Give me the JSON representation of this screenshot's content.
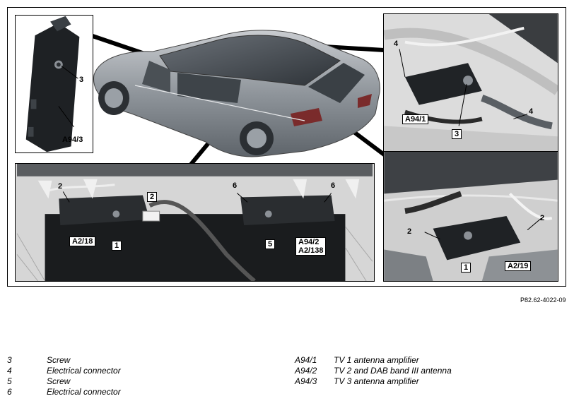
{
  "figure": {
    "callouts": {
      "top_left": {
        "n3": "3",
        "a94_3": "A94/3"
      },
      "top_right": {
        "n4_left": "4",
        "n4_right": "4",
        "a94_1": "A94/1",
        "n3": "3"
      },
      "bottom_left": {
        "n2_left": "2",
        "n2_mid": "2",
        "n6_left": "6",
        "n6_right": "6",
        "a2_18": "A2/18",
        "n1": "1",
        "n5": "5",
        "a94_2": "A94/2",
        "a2_138": "A2/138"
      },
      "bottom_right": {
        "n2_left": "2",
        "n2_right": "2",
        "n1": "1",
        "a2_19": "A2/19"
      }
    },
    "reference": "P82.62-4022-09"
  },
  "legend": {
    "left": [
      {
        "num": "3",
        "text": "Screw"
      },
      {
        "num": "4",
        "text": "Electrical connector"
      },
      {
        "num": "5",
        "text": "Screw"
      },
      {
        "num": "6",
        "text": "Electrical connector"
      }
    ],
    "right": [
      {
        "num": "A94/1",
        "text": "TV 1 antenna amplifier"
      },
      {
        "num": "A94/2",
        "text": "TV 2 and DAB band III antenna"
      },
      {
        "num": "A94/3",
        "text": "TV 3 antenna amplifier"
      }
    ]
  }
}
